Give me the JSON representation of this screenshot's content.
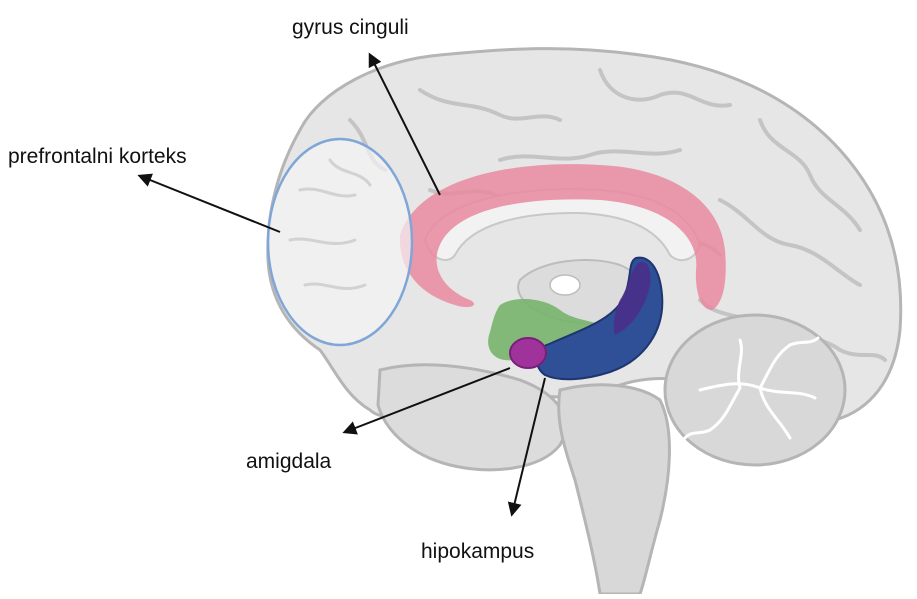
{
  "labels": {
    "gyrus_cinguli": "gyrus cinguli",
    "prefrontal_cortex": "prefrontalni korteks",
    "amygdala": "amigdala",
    "hippocampus": "hipokampus"
  },
  "colors": {
    "brain_fill": "#e6e6e6",
    "brain_outline": "#b5b5b5",
    "sulci": "#c4c4c4",
    "cingulate": "#e98aa1",
    "prefrontal_outline": "#7fa6d6",
    "prefrontal_fill": "#f4f4f4",
    "thalamus_region": "#77b46b",
    "amygdala": "#a0339b",
    "hippocampus": "#2f4f96",
    "hippocampus_band": "#4a2f8a",
    "arrow": "#111111"
  }
}
